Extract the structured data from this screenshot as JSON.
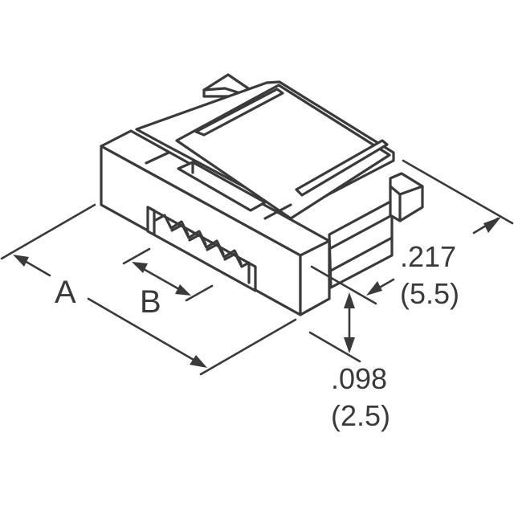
{
  "diagram": {
    "subject": "connector-isometric-outline",
    "line_color": "#3a3a3a",
    "background": "#ffffff",
    "labels": {
      "dim_a": "A",
      "dim_b": "B",
      "width_in": ".217",
      "width_mm": "(5.5)",
      "height_in": ".098",
      "height_mm": "(2.5)"
    }
  }
}
